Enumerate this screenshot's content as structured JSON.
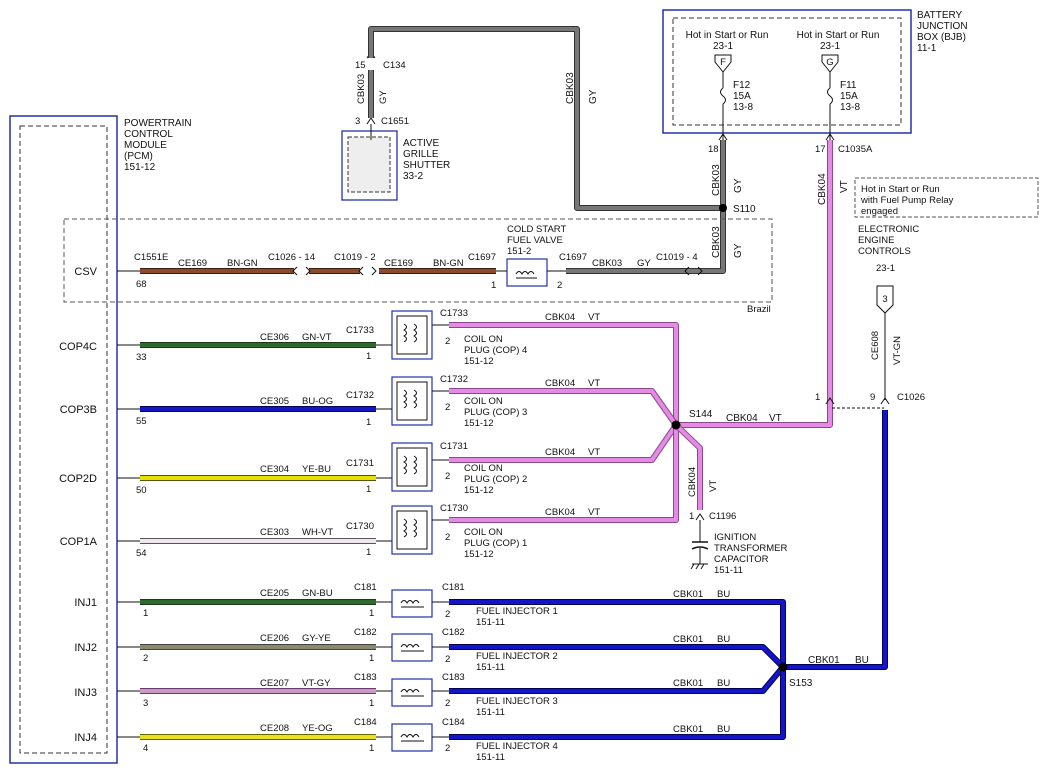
{
  "colors": {
    "gray": "#6e6e6e",
    "violet": "#e58be5",
    "blue": "#1515c8",
    "brown": "#8a4a2e",
    "green": "#2e6a2e",
    "yellow": "#e8e000",
    "white_violet": "#efe6ef",
    "gray_yellow": "#8a8a70",
    "violet_gray": "#c99ac9",
    "yellow_orange": "#e8e020",
    "box": "#2233aa"
  },
  "pcm": {
    "name_lines": [
      "POWERTRAIN",
      "CONTROL",
      "MODULE",
      "(PCM)",
      "151-12"
    ],
    "pins": [
      "CSV",
      "COP4C",
      "COP3B",
      "COP2D",
      "COP1A",
      "INJ1",
      "INJ2",
      "INJ3",
      "INJ4"
    ],
    "pin_numbers": [
      "68",
      "33",
      "55",
      "50",
      "54",
      "1",
      "2",
      "3",
      "4"
    ]
  },
  "bjb": {
    "name_lines": [
      "BATTERY",
      "JUNCTION",
      "BOX (BJB)",
      "11-1"
    ],
    "left": {
      "hot": "Hot in Start or Run",
      "ref": "23-1",
      "letter": "F",
      "fuse": "F12",
      "amp": "15A",
      "page": "13-8"
    },
    "right": {
      "hot": "Hot in Start or Run",
      "ref": "23-1",
      "letter": "G",
      "fuse": "F11",
      "amp": "15A",
      "page": "13-8"
    },
    "pin_left": "18",
    "pin_right": "17",
    "connector_right": "C1035A"
  },
  "shutter": {
    "name_lines": [
      "ACTIVE",
      "GRILLE",
      "SHUTTER",
      "33-2"
    ],
    "top_pin": "15",
    "top_conn": "C134",
    "bottom_pin": "3",
    "bottom_conn": "C1651",
    "wire": "CBK03",
    "color": "GY"
  },
  "top_wire": {
    "id": "CBK03",
    "color": "GY"
  },
  "s110_wire": {
    "id": "CBK03",
    "color": "GY"
  },
  "splice_s110": "S110",
  "vt_wire": {
    "id": "CBK04",
    "color": "VT"
  },
  "fuse_relay_note": [
    "Hot in Start or Run",
    "with Fuel Pump Relay",
    "engaged"
  ],
  "eec": {
    "name_lines": [
      "ELECTRONIC",
      "ENGINE",
      "CONTROLS",
      "23-1"
    ],
    "letter": "3",
    "wire": "CE608",
    "color": "VT-GN"
  },
  "c1026": {
    "pin_left": "1",
    "pin_right": "9",
    "connector": "C1026"
  },
  "csv_row": {
    "conn1": "C1551E",
    "wire1": "CE169",
    "color1": "BN-GN",
    "mid1": "C1026 - 14",
    "mid2": "C1019 - 2",
    "wire2": "CE169",
    "color2": "BN-GN",
    "conn2": "C1697",
    "pin_in": "1",
    "valve_lines": [
      "COLD START",
      "FUEL VALVE",
      "151-2"
    ],
    "conn3": "C1697",
    "pin_out": "2",
    "wire3": "CBK03",
    "color3": "GY",
    "mid3": "C1019 - 4",
    "region": "Brazil"
  },
  "coils": [
    {
      "wire": "CE306",
      "color": "GN-VT",
      "conn": "C1733",
      "pin_in": "1",
      "pin_out": "2",
      "label": [
        "COIL ON",
        "PLUG (COP) 4",
        "151-12"
      ],
      "out_wire": "CBK04",
      "out_color": "VT"
    },
    {
      "wire": "CE305",
      "color": "BU-OG",
      "conn": "C1732",
      "pin_in": "1",
      "pin_out": "2",
      "label": [
        "COIL ON",
        "PLUG (COP) 3",
        "151-12"
      ],
      "out_wire": "CBK04",
      "out_color": "VT"
    },
    {
      "wire": "CE304",
      "color": "YE-BU",
      "conn": "C1731",
      "pin_in": "1",
      "pin_out": "2",
      "label": [
        "COIL ON",
        "PLUG (COP) 2",
        "151-12"
      ],
      "out_wire": "CBK04",
      "out_color": "VT"
    },
    {
      "wire": "CE303",
      "color": "WH-VT",
      "conn": "C1730",
      "pin_in": "1",
      "pin_out": "2",
      "label": [
        "COIL ON",
        "PLUG (COP) 1",
        "151-12"
      ],
      "out_wire": "CBK04",
      "out_color": "VT"
    }
  ],
  "splice_s144": "S144",
  "s144_wire": {
    "id": "CBK04",
    "color": "VT"
  },
  "capacitor": {
    "wire": "CBK04",
    "color": "VT",
    "pin": "1",
    "conn": "C1196",
    "name_lines": [
      "IGNITION",
      "TRANSFORMER",
      "CAPACITOR",
      "151-11"
    ]
  },
  "injectors": [
    {
      "wire": "CE205",
      "color": "GN-BU",
      "conn": "C181",
      "pin_in": "1",
      "pin_out": "2",
      "label": [
        "FUEL INJECTOR 1",
        "151-11"
      ],
      "out_wire": "CBK01",
      "out_color": "BU"
    },
    {
      "wire": "CE206",
      "color": "GY-YE",
      "conn": "C182",
      "pin_in": "1",
      "pin_out": "2",
      "label": [
        "FUEL INJECTOR 2",
        "151-11"
      ],
      "out_wire": "CBK01",
      "out_color": "BU"
    },
    {
      "wire": "CE207",
      "color": "VT-GY",
      "conn": "C183",
      "pin_in": "1",
      "pin_out": "2",
      "label": [
        "FUEL INJECTOR 3",
        "151-11"
      ],
      "out_wire": "CBK01",
      "out_color": "BU"
    },
    {
      "wire": "CE208",
      "color": "YE-OG",
      "conn": "C184",
      "pin_in": "1",
      "pin_out": "2",
      "label": [
        "FUEL INJECTOR 4",
        "151-11"
      ],
      "out_wire": "CBK01",
      "out_color": "BU"
    }
  ],
  "splice_s153": "S153",
  "s153_wire": {
    "id": "CBK01",
    "color": "BU"
  }
}
